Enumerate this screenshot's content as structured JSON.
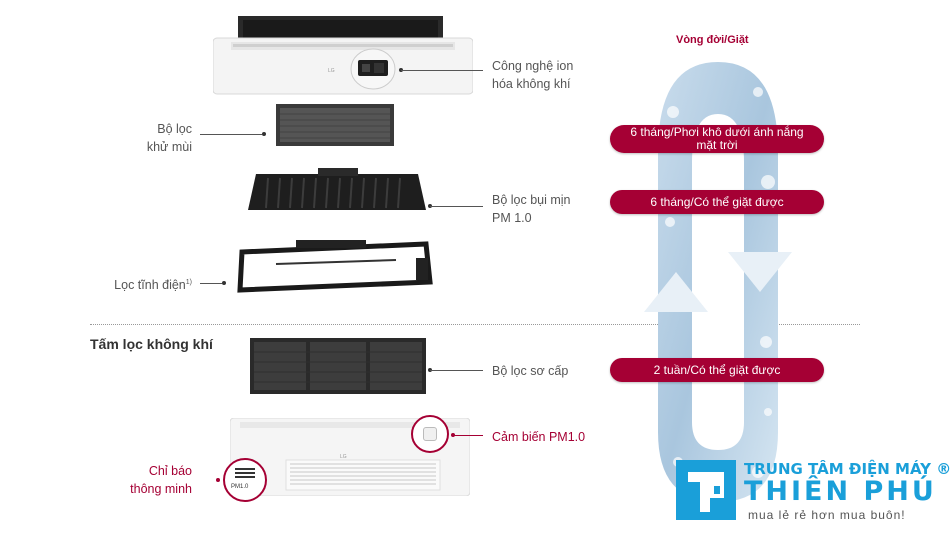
{
  "components": {
    "ionizer": {
      "label_line1": "Công nghệ ion",
      "label_line2": "hóa không khí"
    },
    "deodorizing_filter": {
      "label_line1": "Bộ lọc",
      "label_line2": "khử mùi"
    },
    "pm_filter": {
      "label_line1": "Bộ lọc bụi mịn",
      "label_line2": "PM 1.0"
    },
    "electrostatic_filter": {
      "label": "Lọc tĩnh điện",
      "footnote": "1)"
    },
    "pre_filter": {
      "label": "Bộ lọc sơ cấp"
    },
    "pm_sensor": {
      "label": "Cảm biến PM1.0"
    },
    "smart_indicator": {
      "label_line1": "Chỉ báo",
      "label_line2": "thông minh",
      "panel_text": "PM1.0"
    }
  },
  "section": {
    "title": "Tấm lọc không khí"
  },
  "lifecycle": {
    "title": "Vòng đời/Giặt",
    "items": [
      {
        "line1": "6 tháng/Phơi khô dưới ánh nắng",
        "line2": "mặt trời"
      },
      {
        "line1": "6 tháng/Có thể giặt được"
      },
      {
        "line1": "2 tuần/Có thể giặt được"
      }
    ]
  },
  "brand": {
    "line1": "TRUNG TÂM ĐIỆN MÁY",
    "reg": "®",
    "name": "THIÊN PHÚ",
    "slogan": "mua lẻ rẻ hơn mua buôn!",
    "color": "#1a9fd9"
  },
  "colors": {
    "accent": "#a50034"
  }
}
